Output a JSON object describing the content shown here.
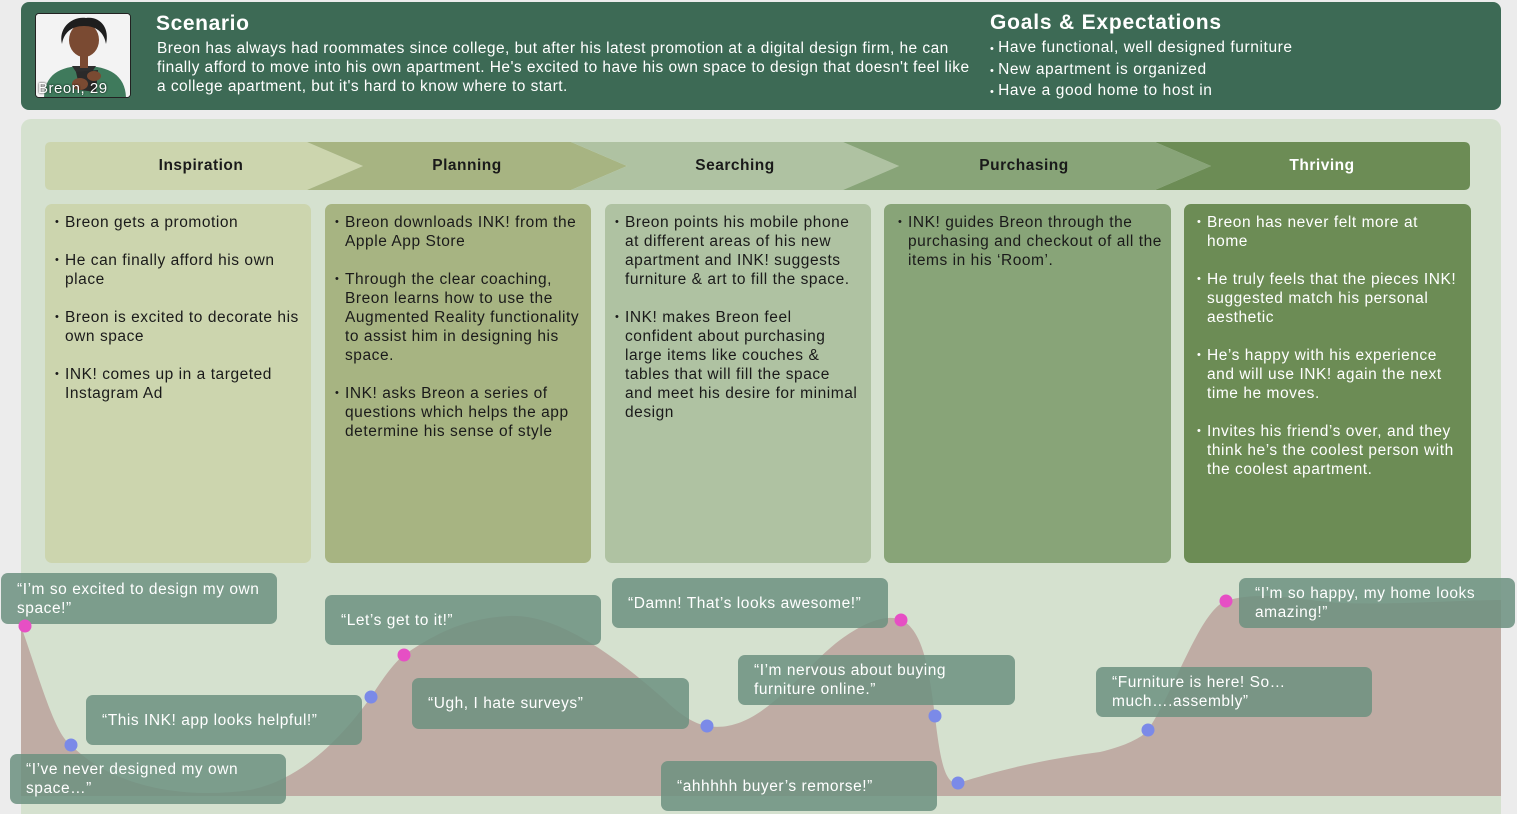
{
  "persona": {
    "name": "Breon, 29",
    "scenario_title": "Scenario",
    "scenario_text": "Breon has always had roommates since college, but after his latest promotion at a digital design firm, he can finally afford to move into his own apartment. He's excited to have his own space to design that doesn't feel like a college apartment, but it's hard to know where to start.",
    "goals_title": "Goals & Expectations",
    "goals": [
      "Have functional, well designed furniture",
      "New apartment is organized",
      "Have a good home to host in"
    ]
  },
  "phases": [
    {
      "label": "Inspiration",
      "color": "#ccd5ae",
      "items": [
        "Breon gets a promotion",
        "He can finally afford his own place",
        "Breon is excited to decorate his own space",
        "INK! comes up in a targeted Instagram Ad"
      ]
    },
    {
      "label": "Planning",
      "color": "#a7b482",
      "items": [
        "Breon downloads INK! from the Apple App Store",
        "Through the clear coaching, Breon learns how to use the Augmented Reality functionality to assist him in designing his space.",
        "INK! asks Breon a series of questions which helps the app determine his sense of style"
      ]
    },
    {
      "label": "Searching",
      "color": "#afc2a2",
      "items": [
        "Breon points his mobile phone at different areas of his new apartment and INK! suggests furniture & art to fill the space.",
        "INK! makes Breon feel confident about purchasing large items like couches & tables that will fill the space and meet his desire for minimal design"
      ]
    },
    {
      "label": "Purchasing",
      "color": "#88a478",
      "items": [
        "INK! guides Breon through the purchasing and checkout of all the items in his ‘Room’."
      ]
    },
    {
      "label": "Thriving",
      "color": "#6c8c55",
      "items": [
        "Breon has never felt more at home",
        "He truly feels that the pieces INK! suggested match his personal aesthetic",
        "He’s happy with his experience and will use INK! again the next time he moves.",
        "Invites his friend’s over, and they think he’s the coolest person with the coolest apartment."
      ]
    }
  ],
  "emotions": [
    {
      "quote": "“I’m so excited to design my own space!”",
      "mood": "positive"
    },
    {
      "quote": "“I’ve never designed my own space…”",
      "mood": "negative"
    },
    {
      "quote": "“This INK! app looks helpful!”",
      "mood": "negative"
    },
    {
      "quote": "“Let’s get to it!”",
      "mood": "positive"
    },
    {
      "quote": "“Ugh, I hate surveys”",
      "mood": "negative"
    },
    {
      "quote": "“Damn! That’s looks awesome!”",
      "mood": "positive"
    },
    {
      "quote": "“I’m nervous about buying furniture online.”",
      "mood": "negative"
    },
    {
      "quote": "“ahhhhh buyer’s remorse!”",
      "mood": "negative"
    },
    {
      "quote": "“Furniture is here! So…much….assembly”",
      "mood": "negative"
    },
    {
      "quote": "“I’m so happy, my home looks amazing!”",
      "mood": "positive"
    }
  ],
  "colors": {
    "header": "#3d6a55",
    "panel": "#d5e1cf",
    "curve_fill": "#bfaca4",
    "quote_bg": "#6c9180",
    "positive_dot": "#e64fc4",
    "negative_dot": "#7b8ae8"
  },
  "icons": [
    "avatar-illustration"
  ]
}
